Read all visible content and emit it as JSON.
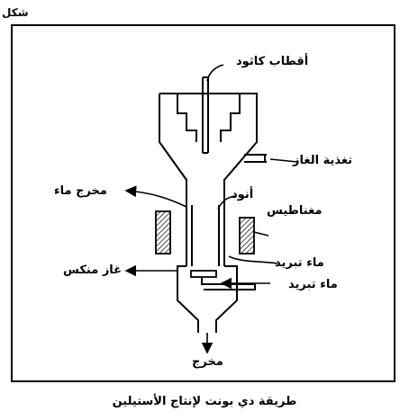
{
  "header": {
    "figure_word": "شكل"
  },
  "labels": {
    "cathode_poles": "أقطاب كاثود",
    "gas_feed": "تغذية الغاز",
    "water_outlet": "مخرج ماء",
    "anode": "أنود",
    "magnets": "مغناطيس",
    "cooling_water_1": "ماء تبريد",
    "cooling_water_2": "ماء تبريد",
    "quench_gas": "غاز منكس",
    "outlet": "مخرج"
  },
  "caption": "طريقة دي بونت لإنتاج الأستيلين"
}
